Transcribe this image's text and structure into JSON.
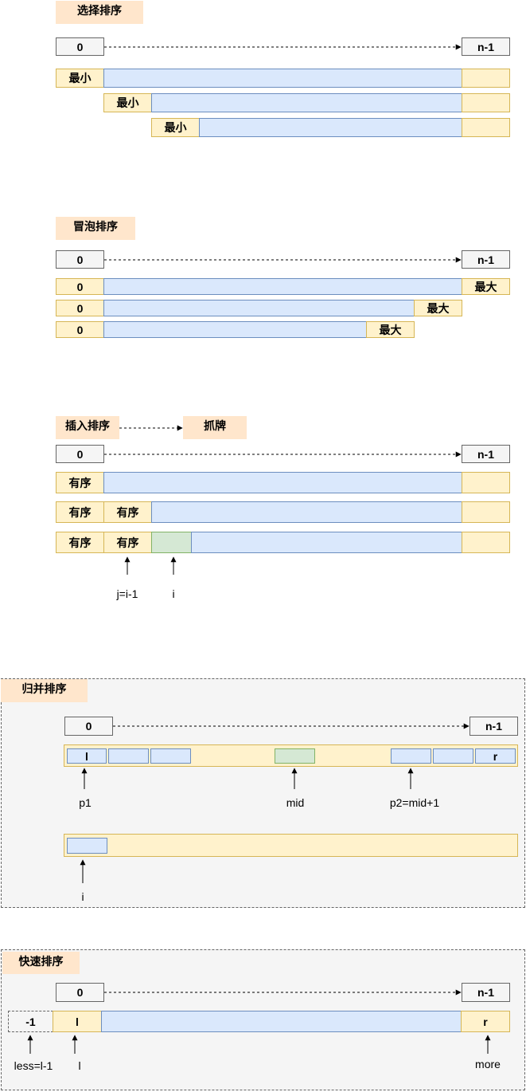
{
  "selection": {
    "title": "选择排序",
    "start": "0",
    "end": "n-1",
    "min_label": "最小"
  },
  "bubble": {
    "title": "冒泡排序",
    "start": "0",
    "end": "n-1",
    "row_start": "0",
    "max_label": "最大"
  },
  "insertion": {
    "title": "插入排序",
    "analogy": "抓牌",
    "start": "0",
    "end": "n-1",
    "sorted_label": "有序",
    "pointer_j": "j=i-1",
    "pointer_i": "i"
  },
  "merge": {
    "title": "归并排序",
    "start": "0",
    "end": "n-1",
    "left_label": "l",
    "right_label": "r",
    "pointer_p1": "p1",
    "pointer_mid": "mid",
    "pointer_p2": "p2=mid+1",
    "pointer_i": "i"
  },
  "quick": {
    "title": "快速排序",
    "start": "0",
    "end": "n-1",
    "less_cell": "-1",
    "left_label": "l",
    "right_label": "r",
    "pointer_less": "less=l-1",
    "pointer_l": "l",
    "pointer_more": "more"
  }
}
